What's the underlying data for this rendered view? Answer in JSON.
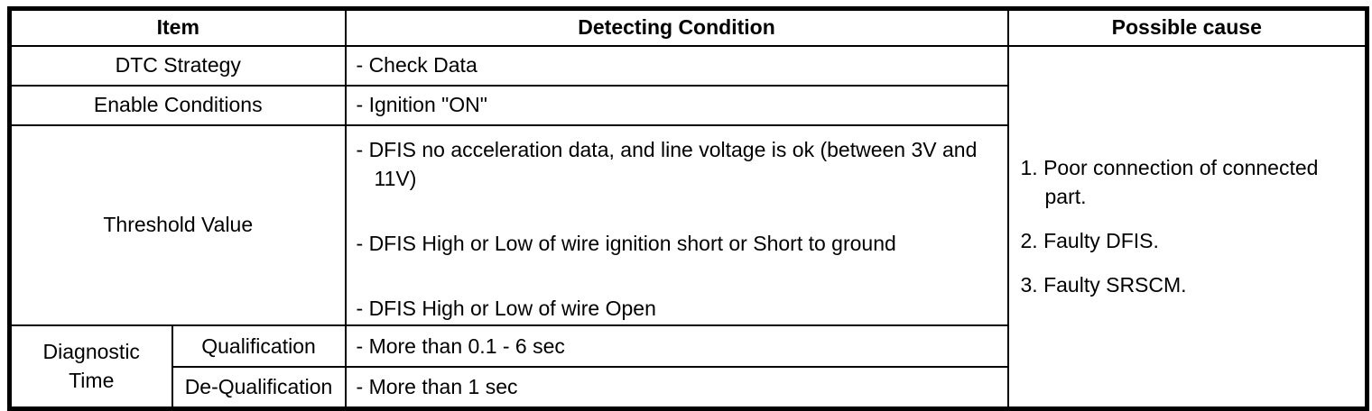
{
  "colors": {
    "background": "#ffffff",
    "border": "#000000",
    "text": "#000000"
  },
  "table": {
    "header": {
      "item": "Item",
      "detecting_condition": "Detecting Condition",
      "possible_cause": "Possible cause"
    },
    "rows": {
      "dtc_strategy": {
        "label": "DTC Strategy",
        "condition": "- Check Data"
      },
      "enable_conditions": {
        "label": "Enable Conditions",
        "condition": "- Ignition \"ON\""
      },
      "threshold_value": {
        "label": "Threshold Value",
        "conditions": [
          "- DFIS no acceleration data, and line voltage is ok (between 3V and 11V)",
          "- DFIS High or Low of wire ignition short or Short to ground",
          "- DFIS High or Low of wire Open"
        ]
      },
      "diagnostic_time": {
        "label": "Diagnostic Time",
        "qualification": {
          "label": "Qualification",
          "condition": "- More than 0.1 - 6 sec"
        },
        "de_qualification": {
          "label": "De-Qualification",
          "condition": "- More than 1 sec"
        }
      }
    },
    "possible_causes": [
      "1. Poor connection of connected part.",
      "2. Faulty DFIS.",
      "3. Faulty SRSCM."
    ]
  }
}
